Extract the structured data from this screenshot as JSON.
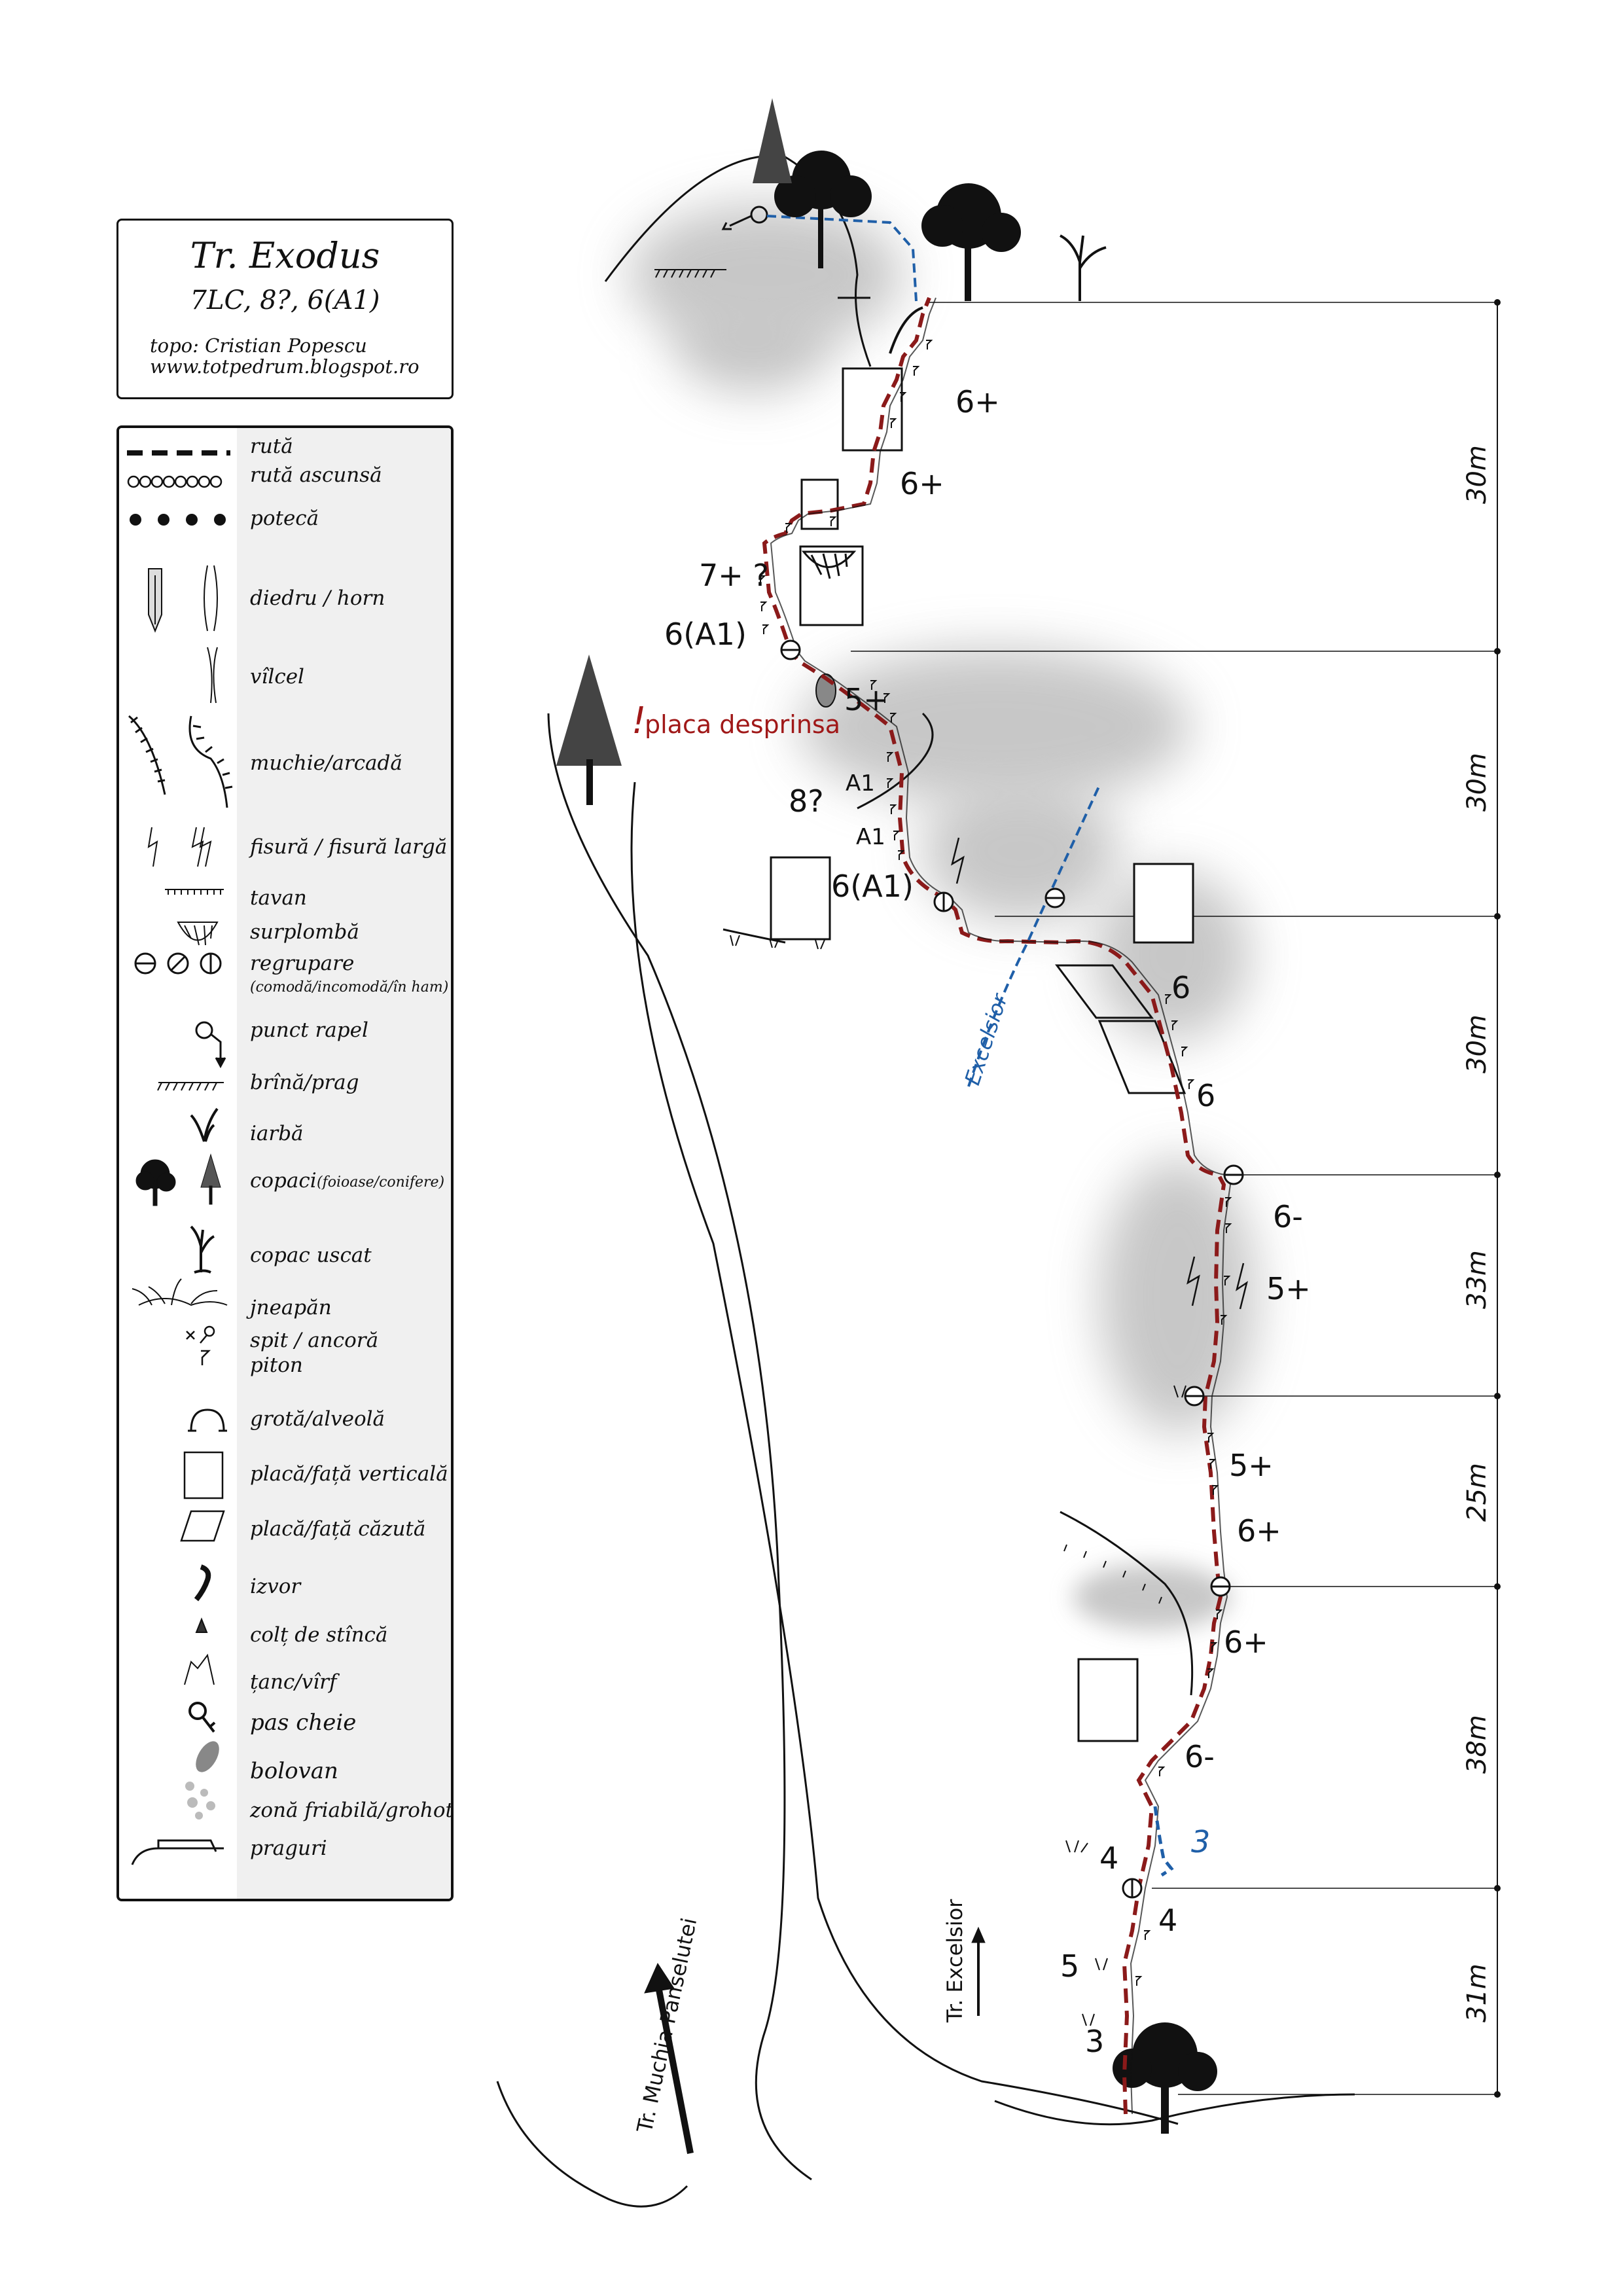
{
  "title": {
    "name": "Tr. Exodus",
    "grades": "7LC, 8?, 6(A1)",
    "author": "topo: Cristian Popescu",
    "website": "www.totpedrum.blogspot.ro"
  },
  "legend": [
    {
      "icon": "dashed-line-icon",
      "label": "rută"
    },
    {
      "icon": "circles-line-icon",
      "label": "rută ascunsă"
    },
    {
      "icon": "dots-line-icon",
      "label": "potecă"
    },
    {
      "icon": "dihedral-icon",
      "label": "diedru / horn"
    },
    {
      "icon": "gully-icon",
      "label": "vîlcel"
    },
    {
      "icon": "edge-arch-icon",
      "label": "muchie/arcadă"
    },
    {
      "icon": "crack-icon",
      "label": "fisură / fisură largă"
    },
    {
      "icon": "roof-icon",
      "label": "tavan"
    },
    {
      "icon": "overhang-icon",
      "label": "surplombă"
    },
    {
      "icon": "belay-icon",
      "label": "regrupare",
      "sublabel": "(comodă/incomodă/în ham)"
    },
    {
      "icon": "rappel-icon",
      "label": "punct rapel"
    },
    {
      "icon": "ledge-icon",
      "label": "brînă/prag"
    },
    {
      "icon": "grass-icon",
      "label": "iarbă"
    },
    {
      "icon": "trees-icon",
      "label": "copaci",
      "sublabel": "(foioase/conifere)"
    },
    {
      "icon": "dead-tree-icon",
      "label": "copac uscat"
    },
    {
      "icon": "juniper-icon",
      "label": "jneapăn"
    },
    {
      "icon": "bolt-icon",
      "label": "spit / ancoră",
      "label2": "piton"
    },
    {
      "icon": "cave-icon",
      "label": "grotă/alveolă"
    },
    {
      "icon": "slab-vertical-icon",
      "label": "placă/față verticală"
    },
    {
      "icon": "slab-inclined-icon",
      "label": "placă/față căzută"
    },
    {
      "icon": "spring-icon",
      "label": "izvor"
    },
    {
      "icon": "rock-spike-icon",
      "label": "colț de stîncă"
    },
    {
      "icon": "pinnacle-icon",
      "label": "țanc/vîrf"
    },
    {
      "icon": "key-step-icon",
      "label": "pas cheie"
    },
    {
      "icon": "boulder-icon",
      "label": "bolovan"
    },
    {
      "icon": "scree-icon",
      "label": "zonă friabilă/grohotiș"
    },
    {
      "icon": "steps-icon",
      "label": "praguri"
    }
  ],
  "route": {
    "grades": [
      "6+",
      "6+",
      "7+ ?",
      "6(A1)",
      "5+",
      "8?",
      "A1",
      "A1",
      "6(A1)",
      "6",
      "6",
      "6-",
      "5+",
      "5+",
      "6+",
      "6+",
      "6-",
      "4",
      "4",
      "5",
      "3"
    ],
    "variant_grade": "3",
    "aid_marks": [
      "A1",
      "A1"
    ],
    "warning": "placa desprinsa",
    "warning_mark": "!",
    "variant_route": "Excelsior",
    "approach_left": "Tr. Muchia Panselutei",
    "approach_right": "Tr. Excelsior"
  },
  "pitch_lengths": [
    "30m",
    "30m",
    "30m",
    "33m",
    "25m",
    "38m",
    "31m"
  ],
  "colors": {
    "route": "#8b1a1a",
    "variant": "#1f5fa8",
    "warning": "#a01818",
    "ink": "#111111",
    "shade": "#9a9a9a",
    "legend_bg": "#f0f0f0"
  }
}
